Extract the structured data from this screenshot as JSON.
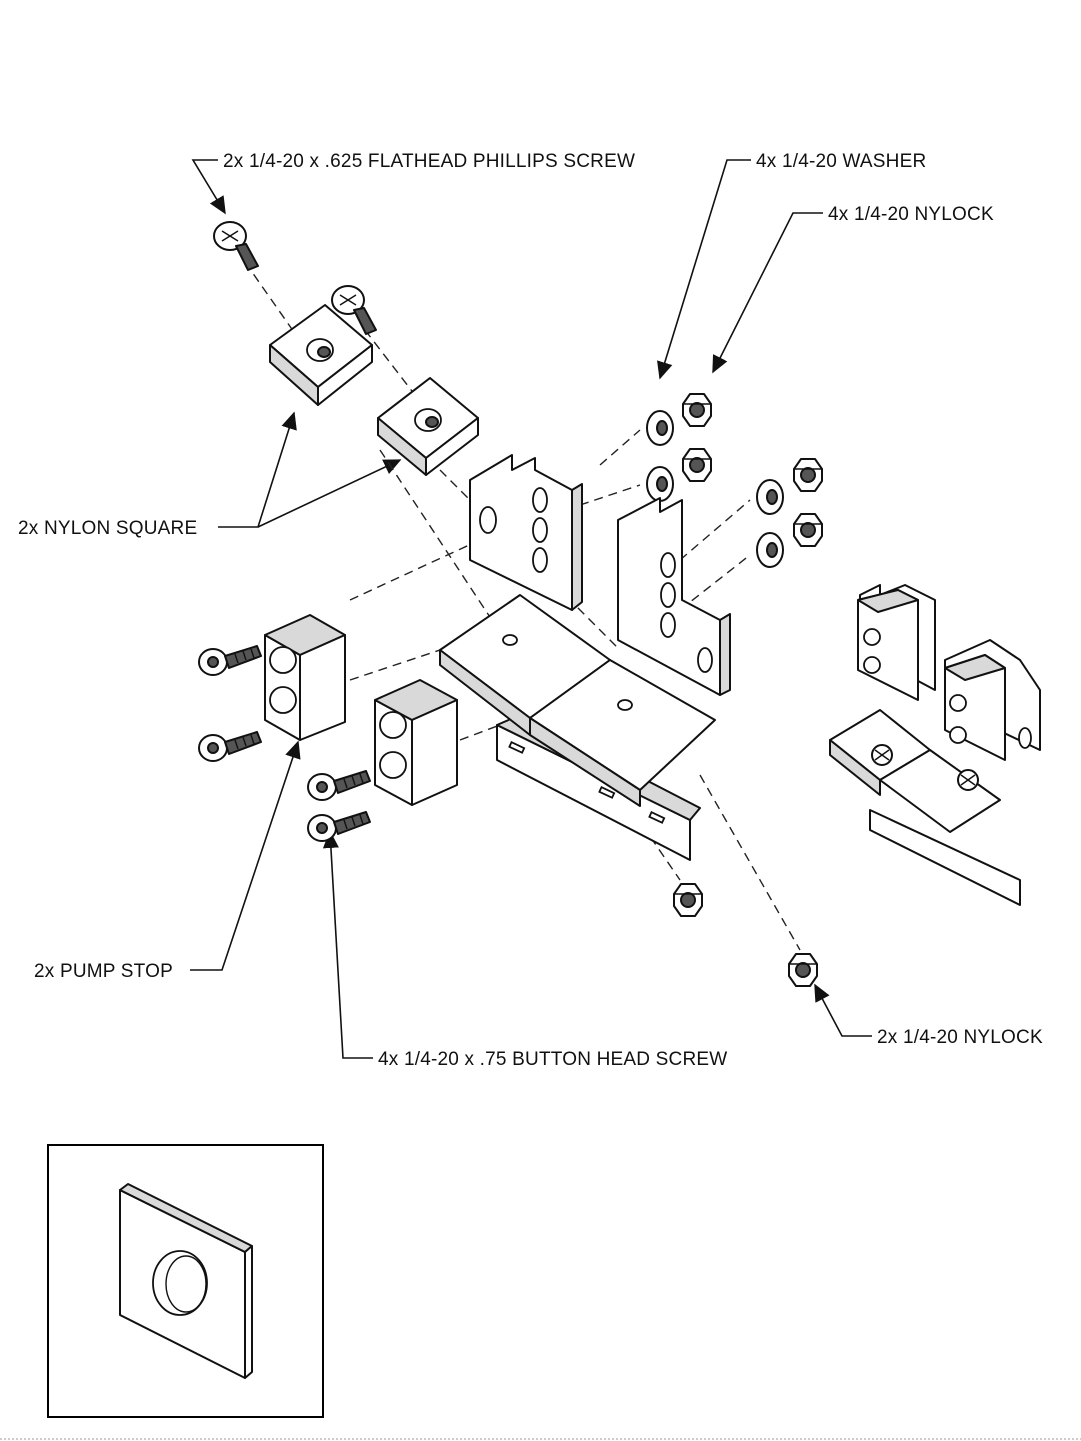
{
  "callouts": {
    "flathead_screw": "2x 1/4-20 x .625 FLATHEAD PHILLIPS SCREW",
    "washer": "4x 1/4-20 WASHER",
    "nylock_4x": "4x 1/4-20 NYLOCK",
    "nylon_square": "2x NYLON SQUARE",
    "pump_stop": "2x PUMP STOP",
    "button_head_screw": "4x 1/4-20 x .75 BUTTON HEAD SCREW",
    "nylock_2x": "2x 1/4-20 NYLOCK"
  },
  "icons": [
    "flathead-screw-icon",
    "button-head-screw-icon",
    "washer-icon",
    "nylock-nut-icon",
    "nylon-square-icon",
    "pump-stop-icon",
    "bracket-icon"
  ]
}
